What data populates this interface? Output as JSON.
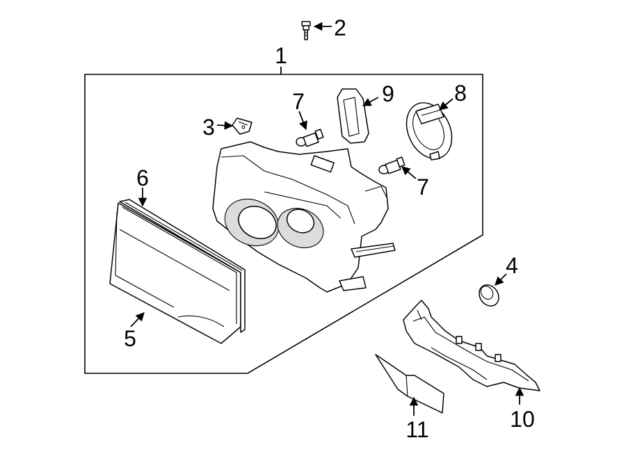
{
  "callouts": [
    "1",
    "2",
    "3",
    "4",
    "5",
    "6",
    "7",
    "7",
    "8",
    "9",
    "10",
    "11"
  ]
}
